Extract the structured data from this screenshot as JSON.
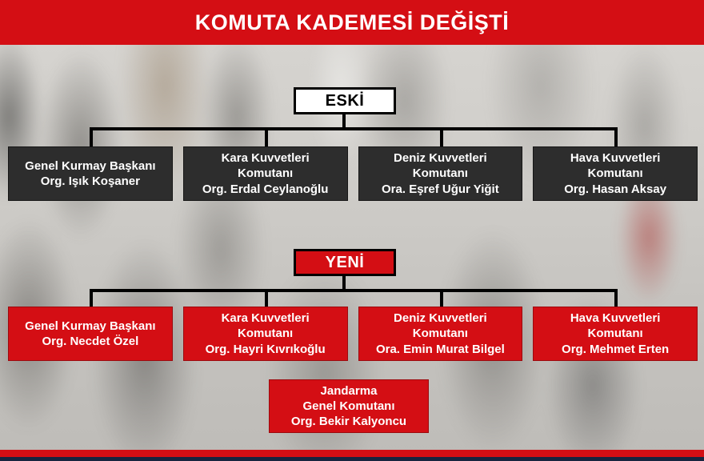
{
  "title": "KOMUTA KADEMESİ DEĞİŞTİ",
  "colors": {
    "accent_red": "#d40e14",
    "dark_box": "#2d2d2d",
    "line_black": "#000000"
  },
  "old_chart": {
    "label": "ESKİ",
    "boxes": [
      {
        "title": "Genel Kurmay Başkanı",
        "name": "Org. Işık Koşaner"
      },
      {
        "title": "Kara Kuvvetleri\nKomutanı",
        "name": "Org. Erdal Ceylanoğlu"
      },
      {
        "title": "Deniz Kuvvetleri\nKomutanı",
        "name": "Ora. Eşref Uğur Yiğit"
      },
      {
        "title": "Hava Kuvvetleri\nKomutanı",
        "name": "Org. Hasan Aksay"
      }
    ]
  },
  "new_chart": {
    "label": "YENİ",
    "boxes": [
      {
        "title": "Genel Kurmay Başkanı",
        "name": "Org. Necdet Özel"
      },
      {
        "title": "Kara Kuvvetleri\nKomutanı",
        "name": "Org. Hayri Kıvrıkoğlu"
      },
      {
        "title": "Deniz Kuvvetleri\nKomutanı",
        "name": "Ora. Emin Murat Bilgel"
      },
      {
        "title": "Hava Kuvvetleri\nKomutanı",
        "name": "Org. Mehmet Erten"
      }
    ],
    "extra_box": {
      "title": "Jandarma\nGenel Komutanı",
      "name": "Org. Bekir Kalyoncu"
    }
  }
}
